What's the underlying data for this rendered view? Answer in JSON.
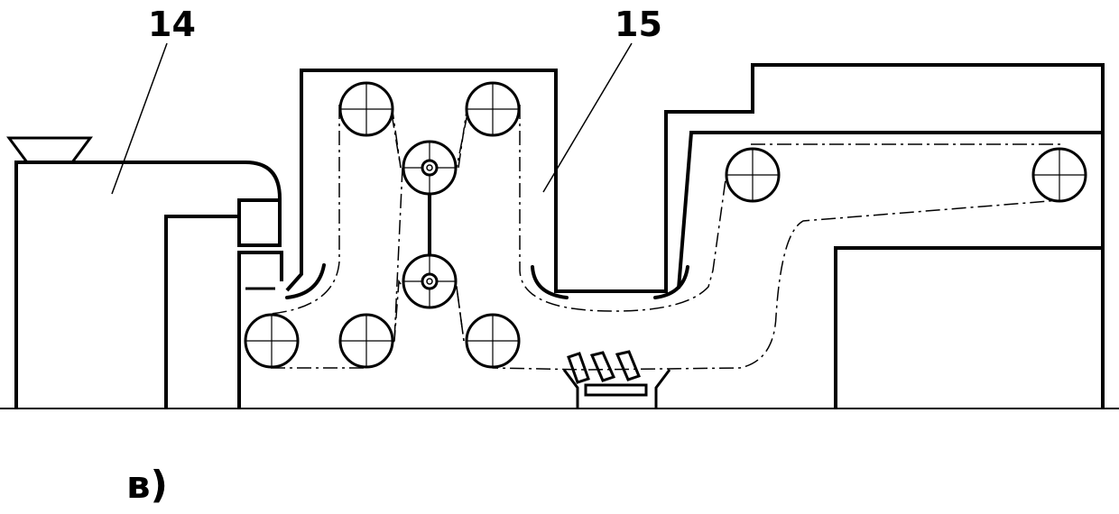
{
  "labels": {
    "label_14": "14",
    "label_15": "15",
    "panel_label": "в)"
  },
  "colors": {
    "line": "#000000",
    "background": "#ffffff"
  }
}
